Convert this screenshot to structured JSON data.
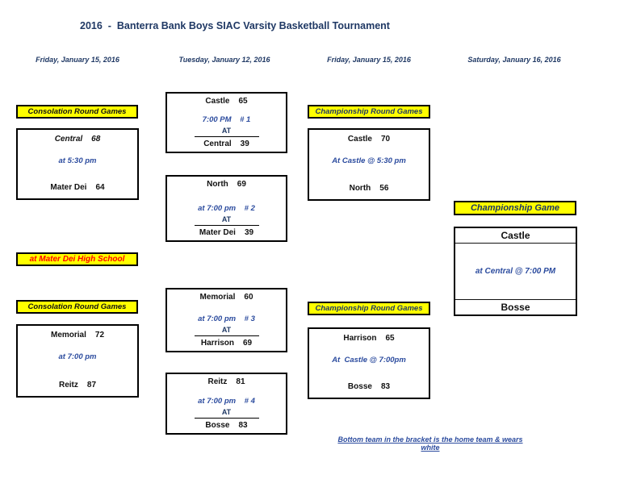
{
  "page": {
    "title": "2016  -  Banterra Bank Boys SIAC Varsity Basketball Tournament",
    "note": "Bottom team in the bracket is the home team & wears white"
  },
  "dates": [
    "Friday, January 15, 2016",
    "Tuesday, January 12, 2016",
    "Friday, January 15, 2016",
    "Saturday, January 16, 2016"
  ],
  "labels": {
    "consolation_top": "Consolation Round Games",
    "consolation_bottom": "Consolation Round Games",
    "championship_top": "Championship Round Games",
    "championship_bottom": "Championship Round Games",
    "championship_game": "Championship Game",
    "venue": "at Mater Dei High School",
    "at": "AT"
  },
  "games": {
    "consolation1": {
      "top_team": "Central",
      "top_score": "68",
      "time": "at 5:30 pm",
      "bottom_team": "Mater Dei",
      "bottom_score": "64"
    },
    "semi1": {
      "top_team": "Castle",
      "top_score": "65",
      "time": "7:00 PM    # 1",
      "bottom_team": "Central",
      "bottom_score": "39"
    },
    "semi2": {
      "top_team": "North",
      "top_score": "69",
      "time": "at 7:00 pm    # 2",
      "bottom_team": "Mater Dei",
      "bottom_score": "39"
    },
    "semi3": {
      "top_team": "Memorial",
      "top_score": "60",
      "time": "at 7:00 pm    # 3",
      "bottom_team": "Harrison",
      "bottom_score": "69"
    },
    "semi4": {
      "top_team": "Reitz",
      "top_score": "81",
      "time": "at 7:00 pm    # 4",
      "bottom_team": "Bosse",
      "bottom_score": "83"
    },
    "champ1": {
      "top_team": "Castle",
      "top_score": "70",
      "time": "At Castle @ 5:30 pm",
      "bottom_team": "North",
      "bottom_score": "56"
    },
    "champ2": {
      "top_team": "Harrison",
      "top_score": "65",
      "time": "At  Castle @ 7:00pm",
      "bottom_team": "Bosse",
      "bottom_score": "83"
    },
    "consolation2": {
      "top_team": "Memorial",
      "top_score": "72",
      "time": "at 7:00 pm",
      "bottom_team": "Reitz",
      "bottom_score": "87"
    },
    "final": {
      "top_team": "Castle",
      "time": "at Central @ 7:00 PM",
      "bottom_team": "Bosse"
    }
  },
  "colors": {
    "title_navy": "#1f3864",
    "time_blue": "#2b4b9e",
    "header_yellow": "#ffff00",
    "venue_red": "#ff0000",
    "border_black": "#000000"
  }
}
